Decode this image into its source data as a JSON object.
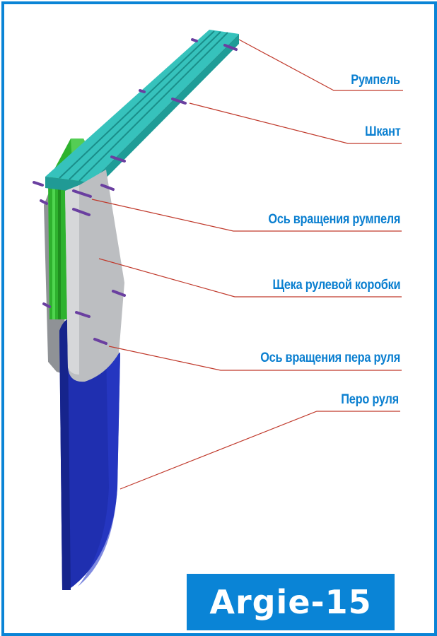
{
  "labels": {
    "tiller": "Румпель",
    "pin": "Шкант",
    "tiller_axis": "Ось вращения румпеля",
    "cheek": "Щека рулевой коробки",
    "blade_axis": "Ось вращения пера руля",
    "blade": "Перо руля"
  },
  "logo": {
    "text": "Argie-15"
  },
  "colors": {
    "frame": "#0a84d6",
    "label_text": "#0a7fd0",
    "leader_line": "#c0392b",
    "tiller": "#2fb5b0",
    "tiller_block": "#3ec23e",
    "cheek": "#b6b8bb",
    "blade": "#1f2fb0",
    "pins": "#6a3fa0"
  }
}
